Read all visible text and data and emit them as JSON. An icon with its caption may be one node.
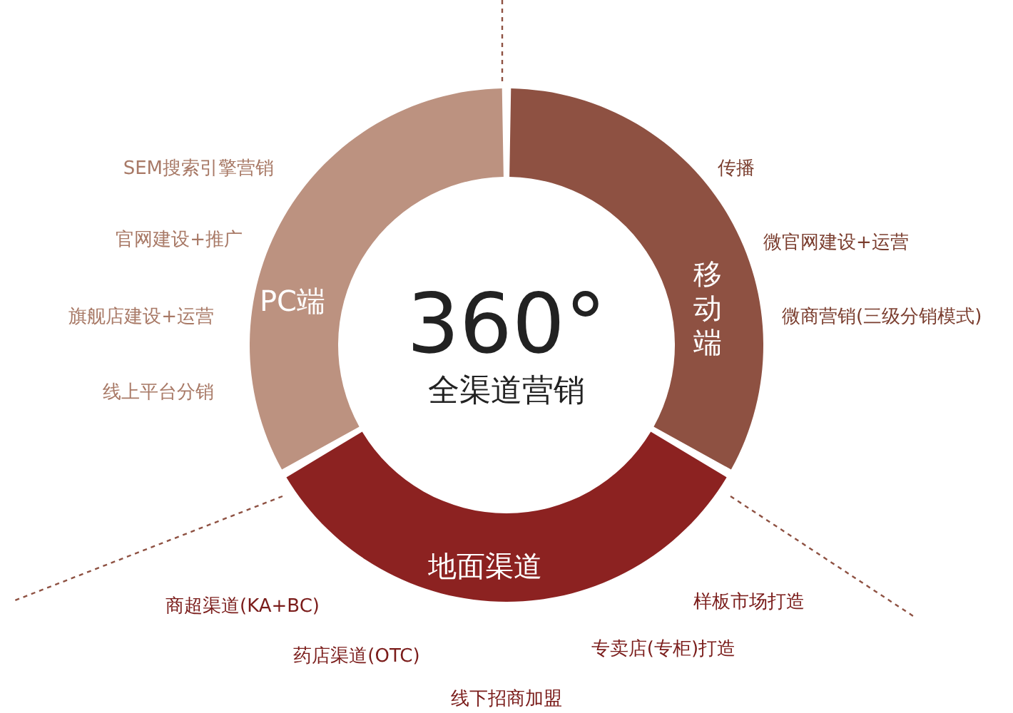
{
  "diagram": {
    "nodes": [
      {
        "text": [
          "360°",
          "全渠道营销"
        ]
      },
      {
        "text": [
          "PC端"
        ],
        "beside": [
          "SEM搜索引擎营销",
          "官网建设+推广",
          "旗舰店建设+运营",
          "线上平台分销"
        ]
      },
      {
        "text": [
          "移动端"
        ],
        "beside": [
          "传播",
          "微官网建设+运营",
          "微商营销(三级分销模式)"
        ]
      },
      {
        "text": [
          "地面渠道"
        ],
        "beside": [
          "商超渠道(KA+BC)",
          "样板市场打造",
          "药店渠道(OTC)",
          "专卖店(专柜)打造",
          "线下招商加盟"
        ]
      }
    ]
  }
}
